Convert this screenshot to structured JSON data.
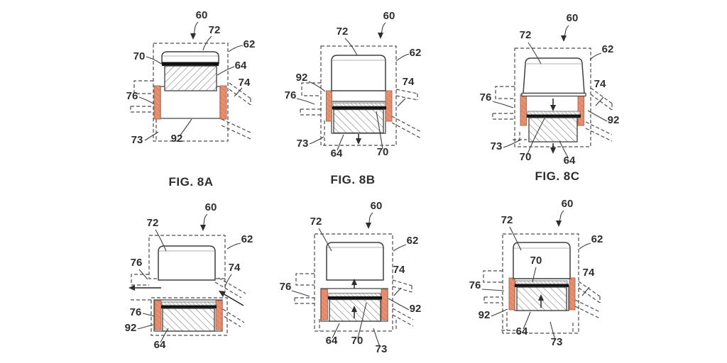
{
  "colors": {
    "ink": "#2e2e2e",
    "seal": "#e59070",
    "seal_line": "#c4714f",
    "bar": "#131313",
    "background": "#ffffff"
  },
  "figures": [
    {
      "id": "fig-8a",
      "caption": "FIG. 8A",
      "labels": {
        "n60": "60",
        "n72": "72",
        "n62": "62",
        "n70": "70",
        "n64": "64",
        "n74": "74",
        "n76": "76",
        "n73": "73",
        "n92": "92"
      }
    },
    {
      "id": "fig-8b",
      "caption": "FIG. 8B",
      "labels": {
        "n60": "60",
        "n72": "72",
        "n62": "62",
        "n92": "92",
        "n76": "76",
        "n74": "74",
        "n73": "73",
        "n64": "64",
        "n70": "70"
      }
    },
    {
      "id": "fig-8c",
      "caption": "FIG. 8C",
      "labels": {
        "n60": "60",
        "n72": "72",
        "n62": "62",
        "n76": "76",
        "n74": "74",
        "n92": "92",
        "n73": "73",
        "n70": "70",
        "n64": "64"
      }
    },
    {
      "id": "fig-bottom-left",
      "caption": "",
      "labels": {
        "n60": "60",
        "n72": "72",
        "n62": "62",
        "n76_upper": "76",
        "n74": "74",
        "n76_lower": "76",
        "n92": "92",
        "n64": "64"
      }
    },
    {
      "id": "fig-bottom-middle",
      "caption": "",
      "labels": {
        "n60": "60",
        "n72": "72",
        "n62": "62",
        "n76": "76",
        "n74": "74",
        "n92": "92",
        "n64": "64",
        "n70": "70",
        "n73": "73"
      }
    },
    {
      "id": "fig-bottom-right",
      "caption": "",
      "labels": {
        "n60": "60",
        "n72": "72",
        "n62": "62",
        "n70": "70",
        "n76": "76",
        "n74": "74",
        "n92": "92",
        "n64": "64",
        "n73": "73"
      }
    }
  ]
}
